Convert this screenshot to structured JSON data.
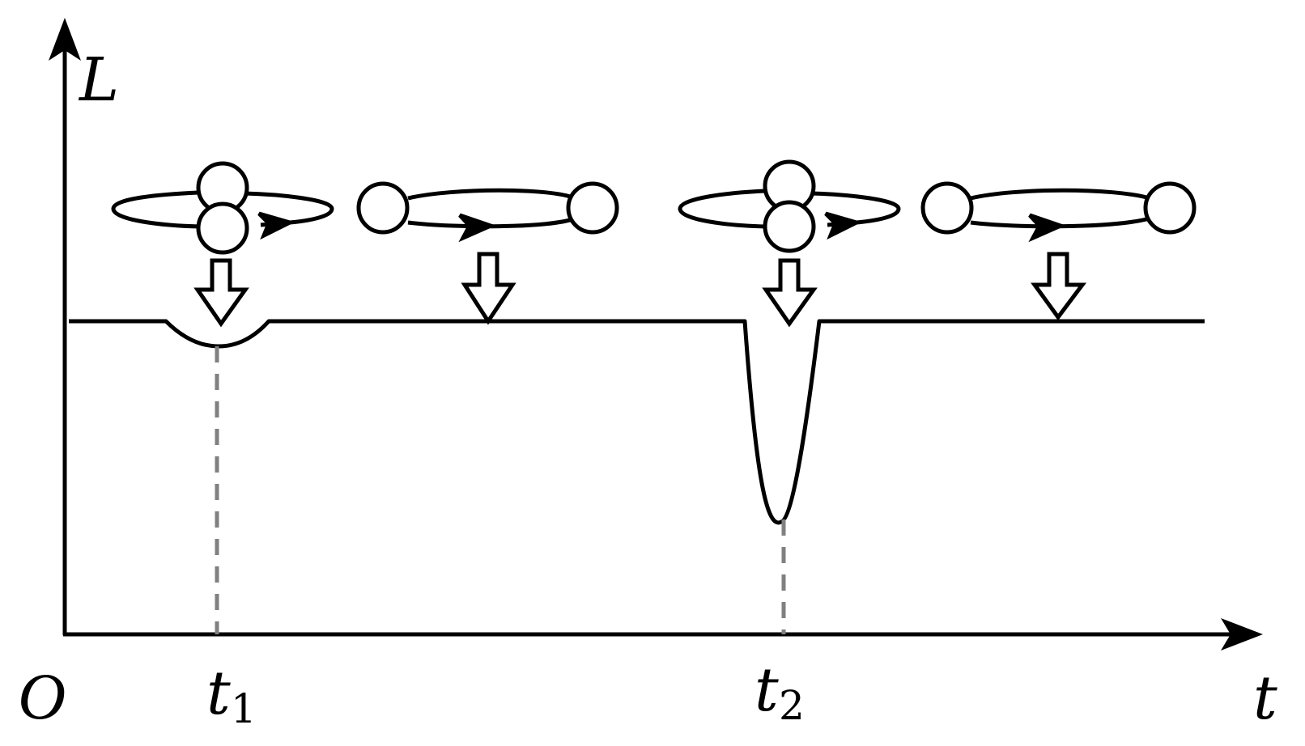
{
  "axes": {
    "y_label": "L",
    "x_label": "t",
    "origin_label": "O"
  },
  "markers": [
    {
      "symbol": "t",
      "subscript": "1"
    },
    {
      "symbol": "t",
      "subscript": "2"
    }
  ],
  "colors": {
    "ink": "#000000",
    "guide": "#808080",
    "background": "#ffffff"
  },
  "icons": [
    "aligned-binary-orbit-icon",
    "separated-binary-orbit-icon",
    "aligned-binary-orbit-icon",
    "separated-binary-orbit-icon",
    "hollow-down-arrow-icon"
  ]
}
